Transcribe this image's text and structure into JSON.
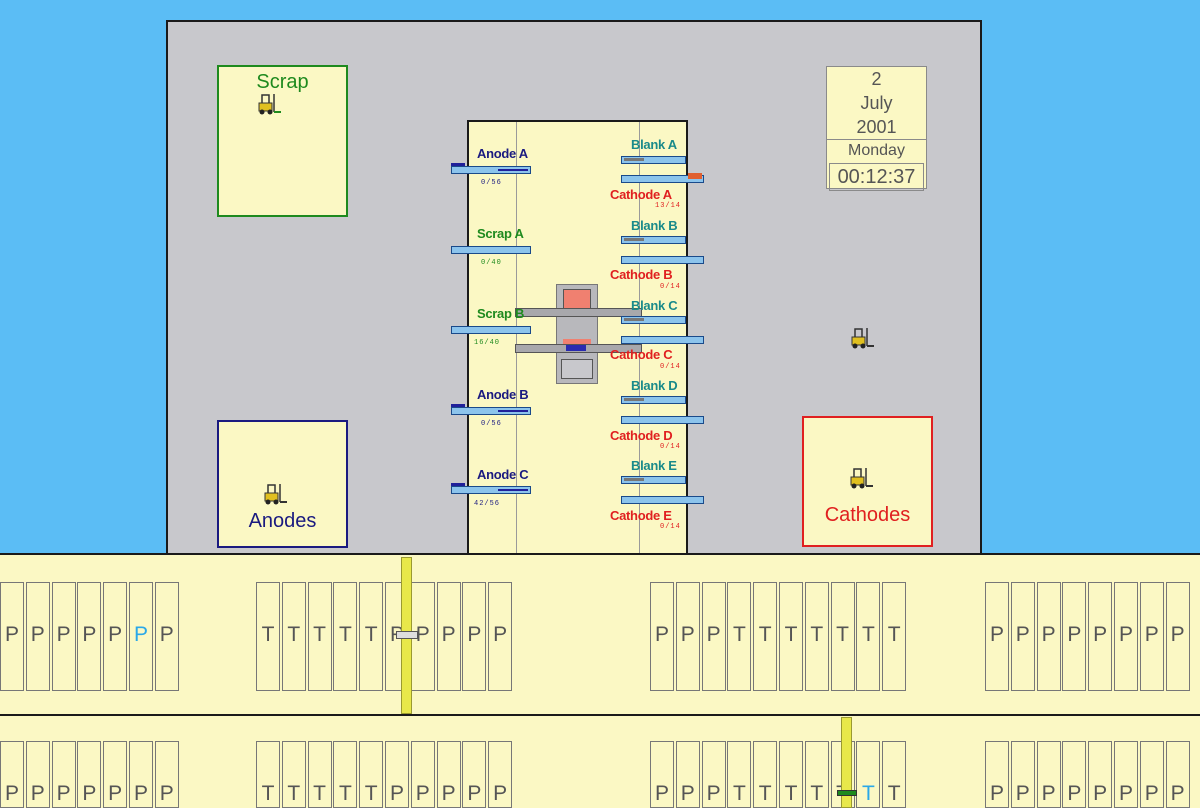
{
  "colors": {
    "sky": "#5bbdf5",
    "hall": "#c8c8cc",
    "yard": "#fbf8c4",
    "scrap": "#1e8a1e",
    "anode": "#1a1a80",
    "cathode": "#e02020",
    "blank": "#1a8a8a",
    "highlight": "#2aa8e8"
  },
  "areas": {
    "scrap": "Scrap",
    "anodes": "Anodes",
    "cathodes": "Cathodes"
  },
  "calendar": {
    "day_num": "2",
    "month": "July",
    "year": "2001",
    "weekday": "Monday",
    "clock": "00:12:37"
  },
  "left_bays": [
    {
      "label": "Anode A",
      "count": "0/56",
      "kind": "anode"
    },
    {
      "label": "Scrap A",
      "count": "0/40",
      "kind": "scrap"
    },
    {
      "label": "Scrap B",
      "count": "16/40",
      "kind": "scrap"
    },
    {
      "label": "Anode B",
      "count": "0/56",
      "kind": "anode"
    },
    {
      "label": "Anode C",
      "count": "42/56",
      "kind": "anode"
    }
  ],
  "right_bays": [
    {
      "blank": "Blank A",
      "cathode": "Cathode A",
      "count": "13/14"
    },
    {
      "blank": "Blank B",
      "cathode": "Cathode B",
      "count": "0/14"
    },
    {
      "blank": "Blank C",
      "cathode": "Cathode C",
      "count": "0/14"
    },
    {
      "blank": "Blank D",
      "cathode": "Cathode D",
      "count": "0/14"
    },
    {
      "blank": "Blank E",
      "cathode": "Cathode E",
      "count": "0/14"
    }
  ],
  "tank_rows": [
    {
      "groups": [
        {
          "cells": [
            "P",
            "P",
            "P",
            "P",
            "P",
            "P",
            "P"
          ]
        },
        {
          "cells": [
            "T",
            "T",
            "T",
            "T",
            "T",
            "P",
            "P",
            "P",
            "P",
            "P"
          ]
        },
        {
          "cells": [
            "P",
            "P",
            "P",
            "T",
            "T",
            "T",
            "T",
            "T",
            "T",
            "T"
          ]
        },
        {
          "cells": [
            "P",
            "P",
            "P",
            "P",
            "P",
            "P",
            "P",
            "P"
          ]
        }
      ],
      "highlight": {
        "group": 0,
        "index": 5
      }
    },
    {
      "groups": [
        {
          "cells": [
            "P",
            "P",
            "P",
            "P",
            "P",
            "P",
            "P"
          ]
        },
        {
          "cells": [
            "T",
            "T",
            "T",
            "T",
            "T",
            "P",
            "P",
            "P",
            "P",
            "P"
          ]
        },
        {
          "cells": [
            "P",
            "P",
            "P",
            "T",
            "T",
            "T",
            "T",
            "T",
            "T",
            "T"
          ]
        },
        {
          "cells": [
            "P",
            "P",
            "P",
            "P",
            "P",
            "P",
            "P",
            "P"
          ]
        }
      ],
      "highlight": {
        "group": 2,
        "index": 8
      }
    }
  ],
  "icons": {
    "vehicle": "forklift-icon",
    "crane": "crane-bridge-icon"
  }
}
